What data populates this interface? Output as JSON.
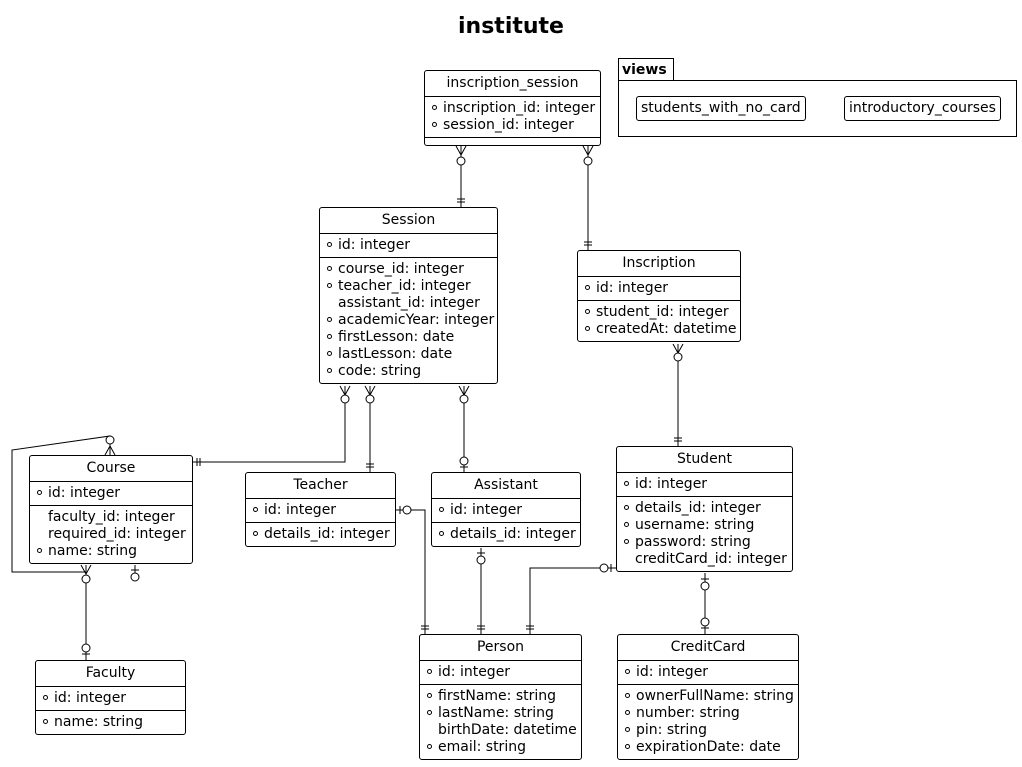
{
  "title": "institute",
  "package": {
    "name": "views",
    "views": [
      "students_with_no_card",
      "introductory_courses"
    ]
  },
  "entities": {
    "inscription_session": {
      "name": "inscription_session",
      "sections": [
        [
          {
            "text": "inscription_id: integer",
            "m": true
          },
          {
            "text": "session_id: integer",
            "m": true
          }
        ],
        []
      ]
    },
    "session": {
      "name": "Session",
      "sections": [
        [
          {
            "text": "id: integer",
            "m": true
          }
        ],
        [
          {
            "text": "course_id: integer",
            "m": true
          },
          {
            "text": "teacher_id: integer",
            "m": true
          },
          {
            "text": "assistant_id: integer",
            "m": false
          },
          {
            "text": "academicYear: integer",
            "m": true
          },
          {
            "text": "firstLesson: date",
            "m": true
          },
          {
            "text": "lastLesson: date",
            "m": true
          },
          {
            "text": "code: string",
            "m": true
          }
        ]
      ]
    },
    "inscription": {
      "name": "Inscription",
      "sections": [
        [
          {
            "text": "id: integer",
            "m": true
          }
        ],
        [
          {
            "text": "student_id: integer",
            "m": true
          },
          {
            "text": "createdAt: datetime",
            "m": true
          }
        ]
      ]
    },
    "course": {
      "name": "Course",
      "sections": [
        [
          {
            "text": "id: integer",
            "m": true
          }
        ],
        [
          {
            "text": "faculty_id: integer",
            "m": false
          },
          {
            "text": "required_id: integer",
            "m": false
          },
          {
            "text": "name: string",
            "m": true
          }
        ]
      ]
    },
    "teacher": {
      "name": "Teacher",
      "sections": [
        [
          {
            "text": "id: integer",
            "m": true
          }
        ],
        [
          {
            "text": "details_id: integer",
            "m": true
          }
        ]
      ]
    },
    "assistant": {
      "name": "Assistant",
      "sections": [
        [
          {
            "text": "id: integer",
            "m": true
          }
        ],
        [
          {
            "text": "details_id: integer",
            "m": true
          }
        ]
      ]
    },
    "student": {
      "name": "Student",
      "sections": [
        [
          {
            "text": "id: integer",
            "m": true
          }
        ],
        [
          {
            "text": "details_id: integer",
            "m": true
          },
          {
            "text": "username: string",
            "m": true
          },
          {
            "text": "password: string",
            "m": true
          },
          {
            "text": "creditCard_id: integer",
            "m": false
          }
        ]
      ]
    },
    "faculty": {
      "name": "Faculty",
      "sections": [
        [
          {
            "text": "id: integer",
            "m": true
          }
        ],
        [
          {
            "text": "name: string",
            "m": true
          }
        ]
      ]
    },
    "person": {
      "name": "Person",
      "sections": [
        [
          {
            "text": "id: integer",
            "m": true
          }
        ],
        [
          {
            "text": "firstName: string",
            "m": true
          },
          {
            "text": "lastName: string",
            "m": true
          },
          {
            "text": "birthDate: datetime",
            "m": false
          },
          {
            "text": "email: string",
            "m": true
          }
        ]
      ]
    },
    "creditcard": {
      "name": "CreditCard",
      "sections": [
        [
          {
            "text": "id: integer",
            "m": true
          }
        ],
        [
          {
            "text": "ownerFullName: string",
            "m": true
          },
          {
            "text": "number: string",
            "m": true
          },
          {
            "text": "pin: string",
            "m": true
          },
          {
            "text": "expirationDate: date",
            "m": true
          }
        ]
      ]
    }
  }
}
